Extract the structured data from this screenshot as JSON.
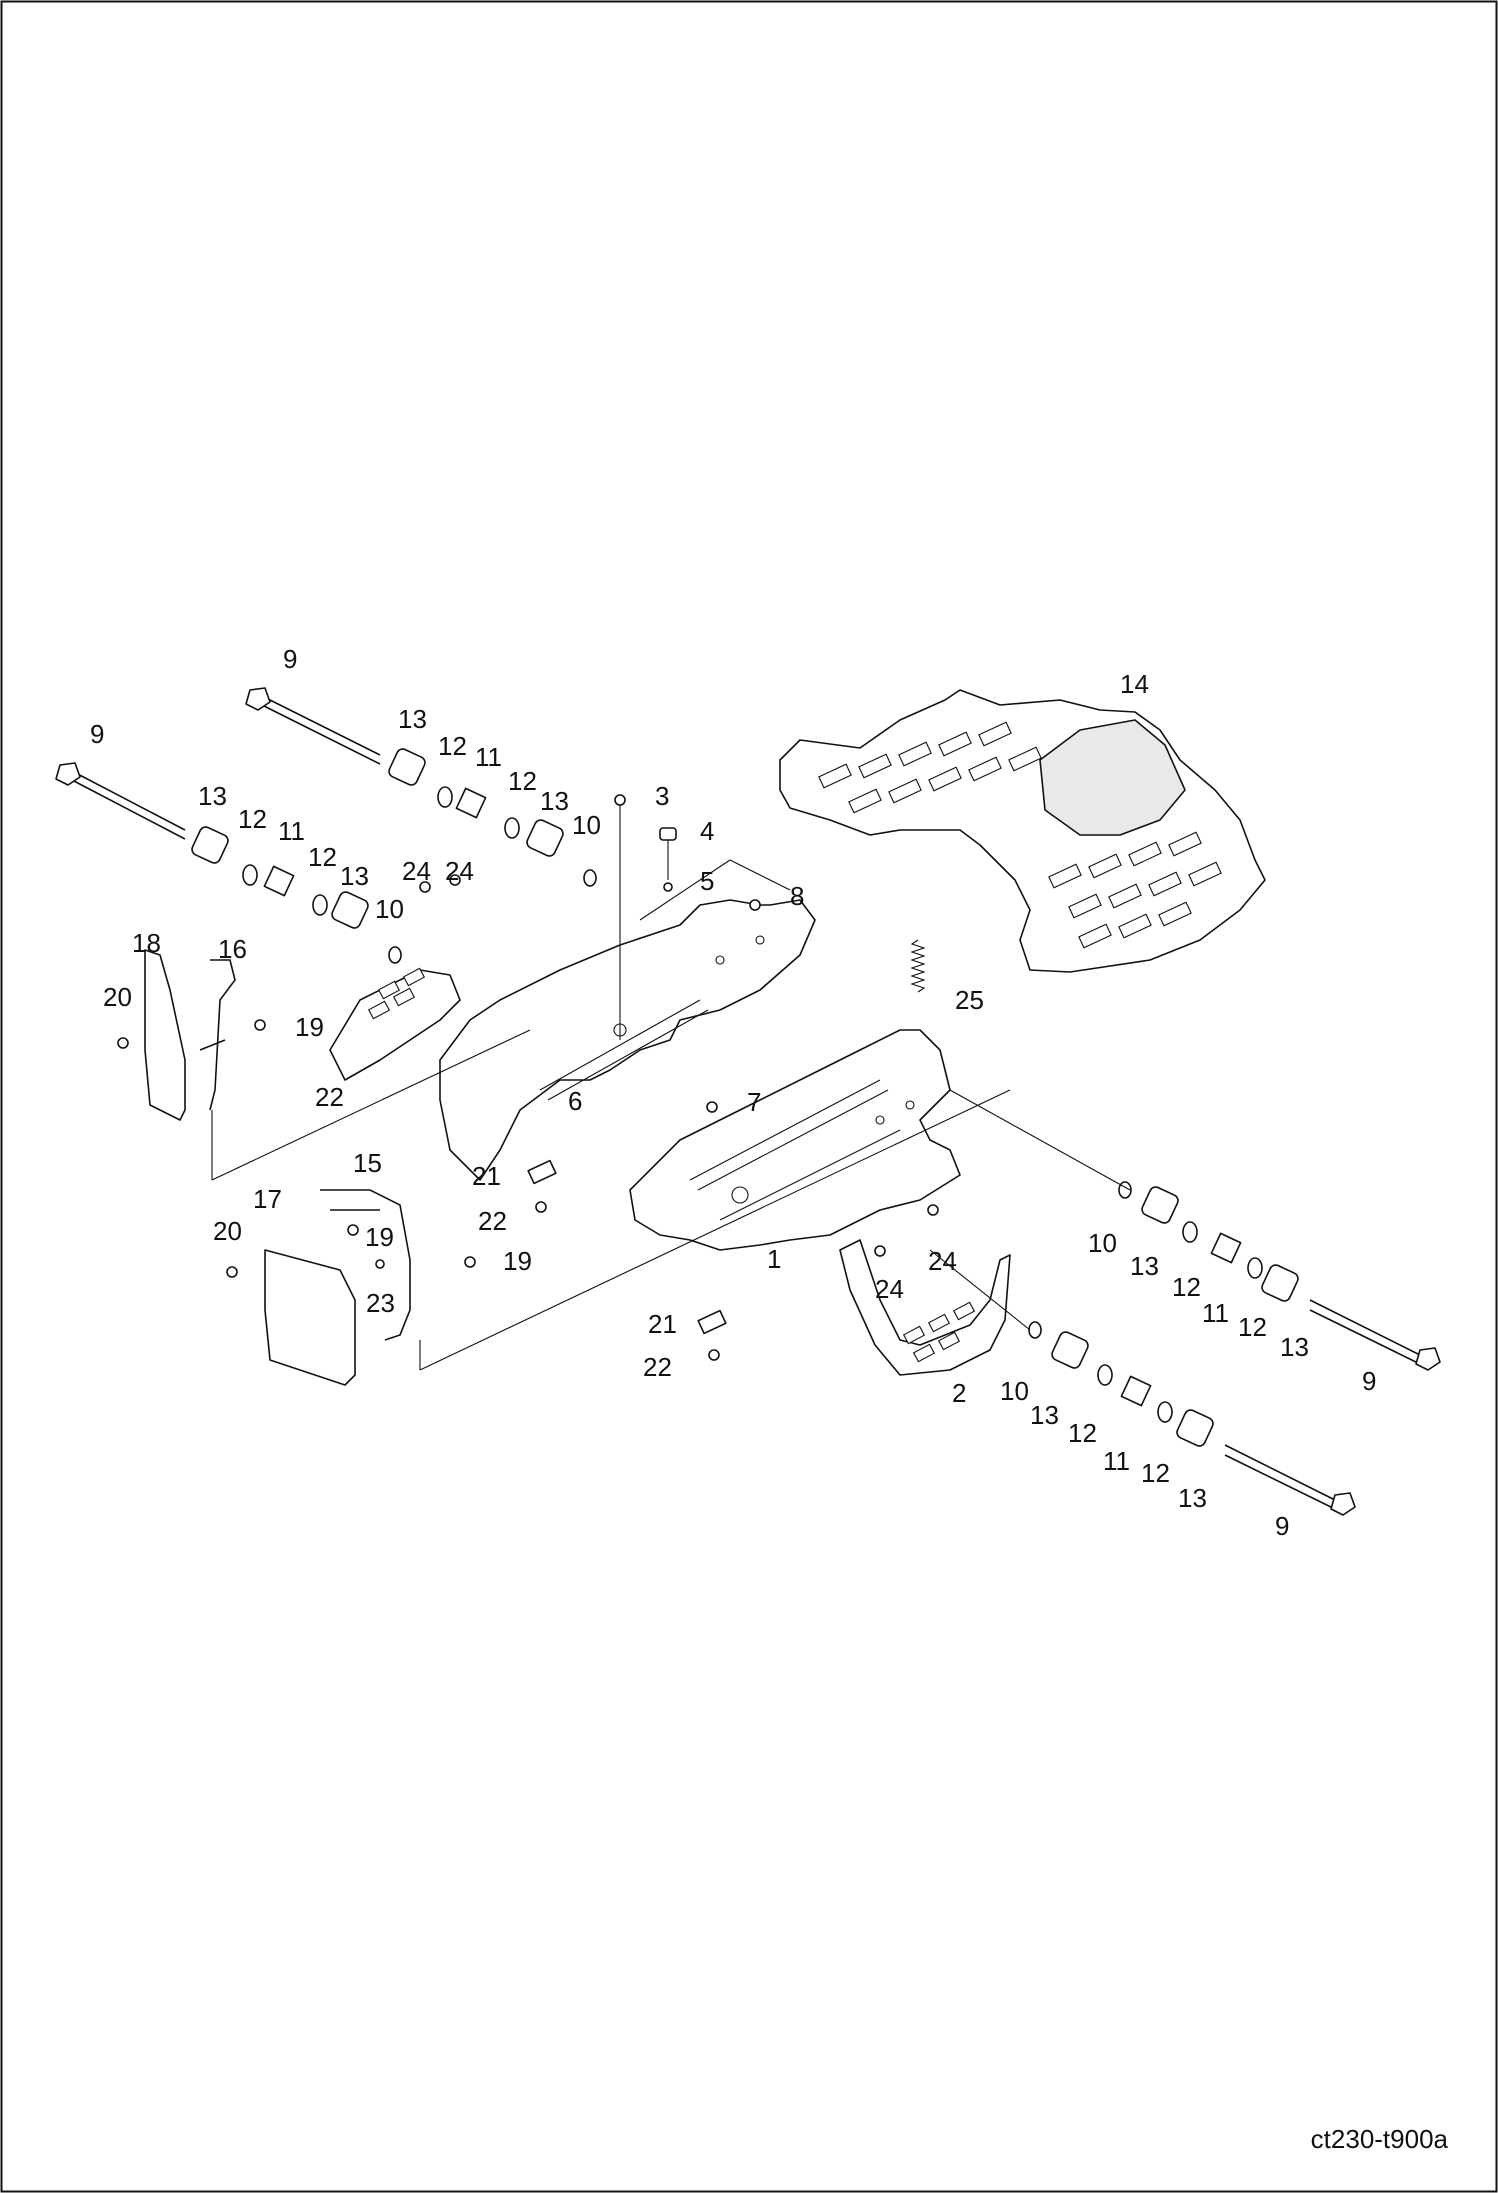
{
  "drawing_code": "ct230-t900a",
  "callouts": {
    "c1": "1",
    "c2": "2",
    "c3": "3",
    "c4": "4",
    "c5": "5",
    "c6": "6",
    "c7": "7",
    "c8": "8",
    "c9": "9",
    "c10": "10",
    "c11": "11",
    "c12": "12",
    "c13": "13",
    "c14": "14",
    "c15": "15",
    "c16": "16",
    "c17": "17",
    "c18": "18",
    "c19": "19",
    "c20": "20",
    "c21": "21",
    "c22": "22",
    "c23": "23",
    "c24": "24",
    "c25": "25"
  }
}
